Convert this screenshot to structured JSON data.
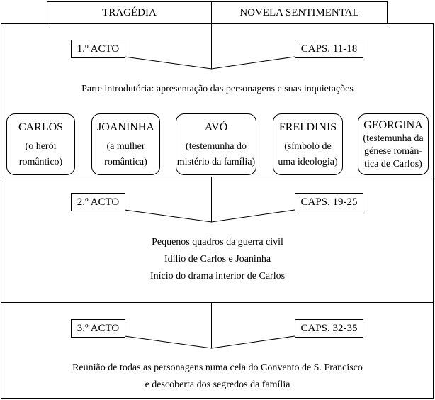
{
  "header": {
    "left": "TRAGÉDIA",
    "right": "NOVELA SENTIMENTAL"
  },
  "sections": [
    {
      "act": "1.º ACTO",
      "chapters": "CAPS. 11-18",
      "lines": [
        "Parte introdutória: apresentação das personagens e suas inquietações"
      ],
      "characters": [
        {
          "name": "CARLOS",
          "desc": [
            "(o herói",
            "romântico)"
          ]
        },
        {
          "name": "JOANINHA",
          "desc": [
            "(a mulher",
            "romântica)"
          ]
        },
        {
          "name": "AVÓ",
          "desc": [
            "(testemunha do",
            "mistério da família)"
          ]
        },
        {
          "name": "FREI DINIS",
          "desc": [
            "(símbolo de",
            "uma ideologia)"
          ]
        },
        {
          "name": "GEORGINA",
          "desc": [
            "(testemunha da",
            "génese român-",
            "tica de Carlos)"
          ]
        }
      ]
    },
    {
      "act": "2.º ACTO",
      "chapters": "CAPS. 19-25",
      "lines": [
        "Pequenos quadros da guerra civil",
        "Idílio de Carlos e Joaninha",
        "Início do drama interior de Carlos"
      ]
    },
    {
      "act": "3.º ACTO",
      "chapters": "CAPS. 32-35",
      "lines": [
        "Reunião de todas as personagens numa cela do Convento de S. Francisco",
        "e descoberta dos segredos da família"
      ]
    }
  ]
}
